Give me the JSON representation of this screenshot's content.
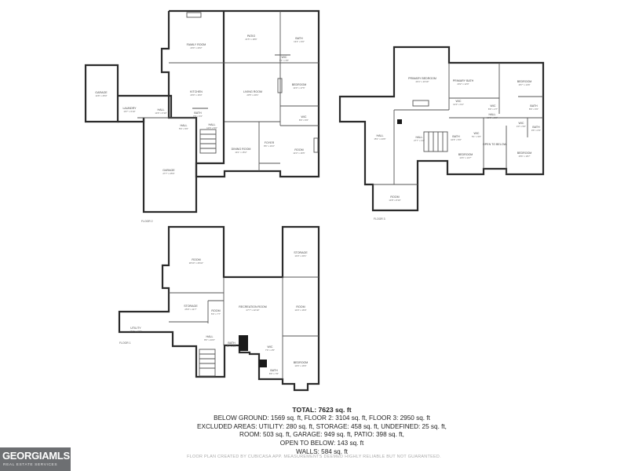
{
  "floors": {
    "main": {
      "label": "FLOOR 2",
      "rooms": [
        {
          "name": "FAMILY ROOM",
          "size": "20'0\" x 20'2\""
        },
        {
          "name": "PATIO",
          "size": "21'5\" x 18'6\""
        },
        {
          "name": "BATH",
          "size": "13'4\" x 9'6\""
        },
        {
          "name": "KITCHEN",
          "size": "20'0\" x 16'0\""
        },
        {
          "name": "LIVING ROOM",
          "size": "20'5\" x 20'1\""
        },
        {
          "name": "BEDROOM",
          "size": "14'0\" x 17'6\""
        },
        {
          "name": "GARAGE",
          "size": "14'8\" x 25'0\""
        },
        {
          "name": "LAUNDRY",
          "size": "10'7\" x 6'10\""
        },
        {
          "name": "HALL",
          "size": "14'6\" x 6'10\""
        },
        {
          "name": "BATH",
          "size": "7'5\" x 5'2\""
        },
        {
          "name": "HALL",
          "size": "5'6\" x 5'0\""
        },
        {
          "name": "HALL",
          "size": "12'6\" x 5'6\""
        },
        {
          "name": "WIC",
          "size": "8'6\" x 5'6\""
        },
        {
          "name": "GARAGE",
          "size": "27'7\" x 25'6\""
        },
        {
          "name": "DINING ROOM",
          "size": "14'1\" x 15'2\""
        },
        {
          "name": "FOYER",
          "size": "8'6\" x 16'2\""
        },
        {
          "name": "ROOM",
          "size": "14'3\" x 16'5\""
        },
        {
          "name": "WIC",
          "size": "5'1\" x 3'5\""
        }
      ]
    },
    "upper": {
      "label": "FLOOR 3",
      "rooms": [
        {
          "name": "PRIMARY BEDROOM",
          "size": "20'1\" x 23'10\""
        },
        {
          "name": "PRIMARY BATH",
          "size": "20'2\" x 12'0\""
        },
        {
          "name": "BEDROOM",
          "size": "15'7\" x 14'6\""
        },
        {
          "name": "WIC",
          "size": "12'0\" x 6'2\""
        },
        {
          "name": "HALL",
          "size": "19'9\" x 5'8\""
        },
        {
          "name": "HALL",
          "size": "15'1\" x 24'6\""
        },
        {
          "name": "HALL",
          "size": "27'7\" x 4'2\""
        },
        {
          "name": "BATH",
          "size": "10'6\" x 5'0\""
        },
        {
          "name": "BATH",
          "size": "8'6\" x 5'0\""
        },
        {
          "name": "WIC",
          "size": "5'1\" x 5'6\""
        },
        {
          "name": "OPEN TO BELOW",
          "size": ""
        },
        {
          "name": "BEDROOM",
          "size": "14'6\" x 14'7\""
        },
        {
          "name": "BEDROOM",
          "size": "15'6\" x 18'7\""
        },
        {
          "name": "WIC",
          "size": "4'0\" x 5'0\""
        },
        {
          "name": "WIC",
          "size": "8'9\" x 4'7\""
        },
        {
          "name": "BATH",
          "size": "9'6\" x 6'3\""
        },
        {
          "name": "ROOM",
          "size": "14'8\" x 8'10\""
        }
      ]
    },
    "lower": {
      "label": "FLOOR 1",
      "rooms": [
        {
          "name": "ROOM",
          "size": "28'10\" x 26'10\""
        },
        {
          "name": "STORAGE",
          "size": "14'0\" x 20'1\""
        },
        {
          "name": "STORAGE",
          "size": "25'0\" x 11'7\""
        },
        {
          "name": "RECREATION ROOM",
          "size": "27'7\" x 22'10\""
        },
        {
          "name": "ROOM",
          "size": "14'0\" x 16'0\""
        },
        {
          "name": "ROOM",
          "size": "5'6\" x 7'7\""
        },
        {
          "name": "UTILITY",
          "size": "26'7\" x 10'6\""
        },
        {
          "name": "HALL",
          "size": "8'6\" x 20'0\""
        },
        {
          "name": "BATH",
          "size": "8'7\" x 5'0\""
        },
        {
          "name": "WIC",
          "size": "7'6\" x 4'5\""
        },
        {
          "name": "BEDROOM",
          "size": "14'6\" x 16'6\""
        },
        {
          "name": "BATH",
          "size": "8'6\" x 7'6\""
        }
      ]
    }
  },
  "summary": {
    "total": "TOTAL: 7623 sq. ft",
    "line1": "BELOW GROUND: 1569 sq. ft, FLOOR 2: 3104 sq. ft, FLOOR 3: 2950 sq. ft",
    "line2": "EXCLUDED AREAS: UTILITY: 280 sq. ft, STORAGE: 458 sq. ft, UNDEFINED: 25 sq. ft,",
    "line3": "ROOM: 503 sq. ft, GARAGE: 949 sq. ft, PATIO: 398 sq. ft,",
    "line4": "OPEN TO BELOW: 143 sq. ft",
    "line5": "WALLS: 584 sq. ft"
  },
  "disclaimer": "FLOOR PLAN CREATED BY CUBICASA APP. MEASUREMENTS DEEMED HIGHLY RELIABLE BUT NOT GUARANTEED.",
  "logo": {
    "brand": "GEORGIAMLS",
    "tagline": "REAL ESTATE SERVICES"
  }
}
